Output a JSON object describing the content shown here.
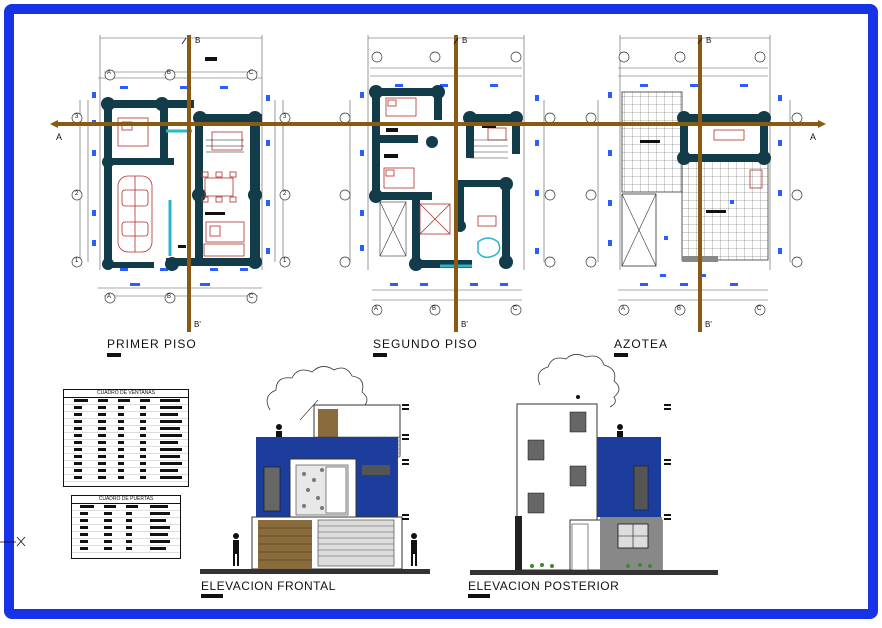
{
  "drawing": {
    "plan_titles": [
      "PRIMER PISO",
      "SEGUNDO PISO",
      "AZOTEA"
    ],
    "elevation_titles": [
      "ELEVACION FRONTAL",
      "ELEVACION POSTERIOR"
    ],
    "section_markers": {
      "horizontal": "A",
      "vertical_top": "B",
      "vertical_bottom": "B'"
    },
    "grid_letters": [
      "A",
      "B",
      "C"
    ],
    "grid_numbers": [
      "1",
      "2",
      "3"
    ],
    "tables": {
      "windows_title": "CUADRO DE VENTANAS",
      "doors_title": "CUADRO DE PUERTAS"
    },
    "colors": {
      "frame": "#1633e6",
      "section_line": "#8a5a12",
      "walls": "#123c4a",
      "dims": "#2a5cff",
      "furniture": "#b2302b",
      "facade_blue": "#1d3d9c",
      "wood": "#8a6b3c",
      "glass": "#2bb5c9"
    }
  }
}
